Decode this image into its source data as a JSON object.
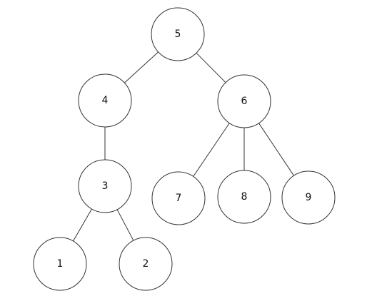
{
  "tree": {
    "nodes": [
      {
        "id": "5",
        "label": "5"
      },
      {
        "id": "4",
        "label": "4"
      },
      {
        "id": "6",
        "label": "6"
      },
      {
        "id": "3",
        "label": "3"
      },
      {
        "id": "7",
        "label": "7"
      },
      {
        "id": "8",
        "label": "8"
      },
      {
        "id": "9",
        "label": "9"
      },
      {
        "id": "1",
        "label": "1"
      },
      {
        "id": "2",
        "label": "2"
      }
    ],
    "edges": [
      {
        "from": "5",
        "to": "4"
      },
      {
        "from": "5",
        "to": "6"
      },
      {
        "from": "4",
        "to": "3"
      },
      {
        "from": "6",
        "to": "7"
      },
      {
        "from": "6",
        "to": "8"
      },
      {
        "from": "6",
        "to": "9"
      },
      {
        "from": "3",
        "to": "1"
      },
      {
        "from": "3",
        "to": "2"
      }
    ],
    "colors": {
      "stroke": "#333333",
      "fill": "#ffffff",
      "text": "#111111"
    }
  }
}
